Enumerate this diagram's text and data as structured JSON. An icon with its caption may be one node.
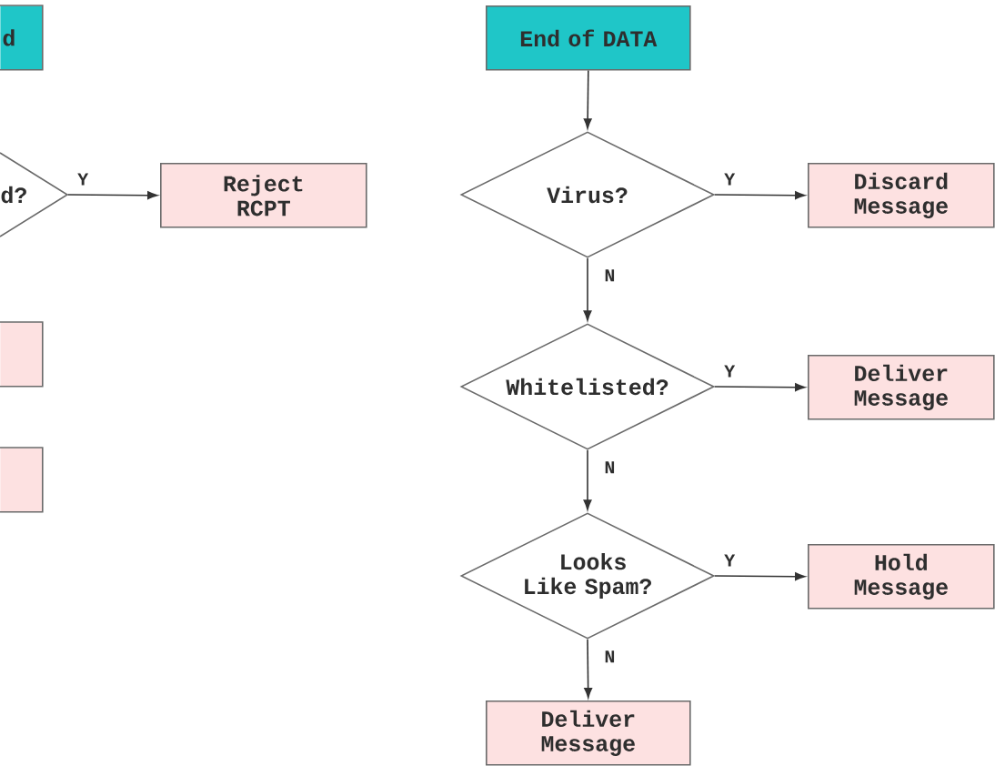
{
  "diagram": {
    "nodes": [
      {
        "text": [
          "d"
        ]
      },
      {
        "text": [
          "d?"
        ]
      },
      {
        "text": [
          "Reject RCPT"
        ]
      },
      {
        "text": [],
        "shape": "box"
      },
      {
        "text": [],
        "shape": "box"
      },
      {
        "text": [
          "End of DATA"
        ]
      },
      {
        "text": [
          "Virus?"
        ]
      },
      {
        "text": [
          "Discard Message"
        ]
      },
      {
        "text": [
          "Whitelisted?"
        ]
      },
      {
        "text": [
          "Deliver Message"
        ]
      },
      {
        "text": [
          "Looks Like Spam?"
        ]
      },
      {
        "text": [
          "Hold Message"
        ]
      },
      {
        "text": [
          "Deliver Message"
        ]
      }
    ],
    "edges": [
      {
        "from": 1,
        "to": 2,
        "arrow": "to",
        "label": "Y"
      },
      {
        "from": 5,
        "to": 6,
        "arrow": "to"
      },
      {
        "from": 6,
        "to": 7,
        "arrow": "to",
        "label": "Y"
      },
      {
        "from": 6,
        "to": 8,
        "arrow": "to",
        "label": "N"
      },
      {
        "from": 8,
        "to": 9,
        "arrow": "to",
        "label": "Y"
      },
      {
        "from": 8,
        "to": 10,
        "arrow": "to",
        "label": "N"
      },
      {
        "from": 10,
        "to": 11,
        "arrow": "to",
        "label": "Y"
      },
      {
        "from": 10,
        "to": 12,
        "arrow": "to",
        "label": "N"
      }
    ]
  }
}
